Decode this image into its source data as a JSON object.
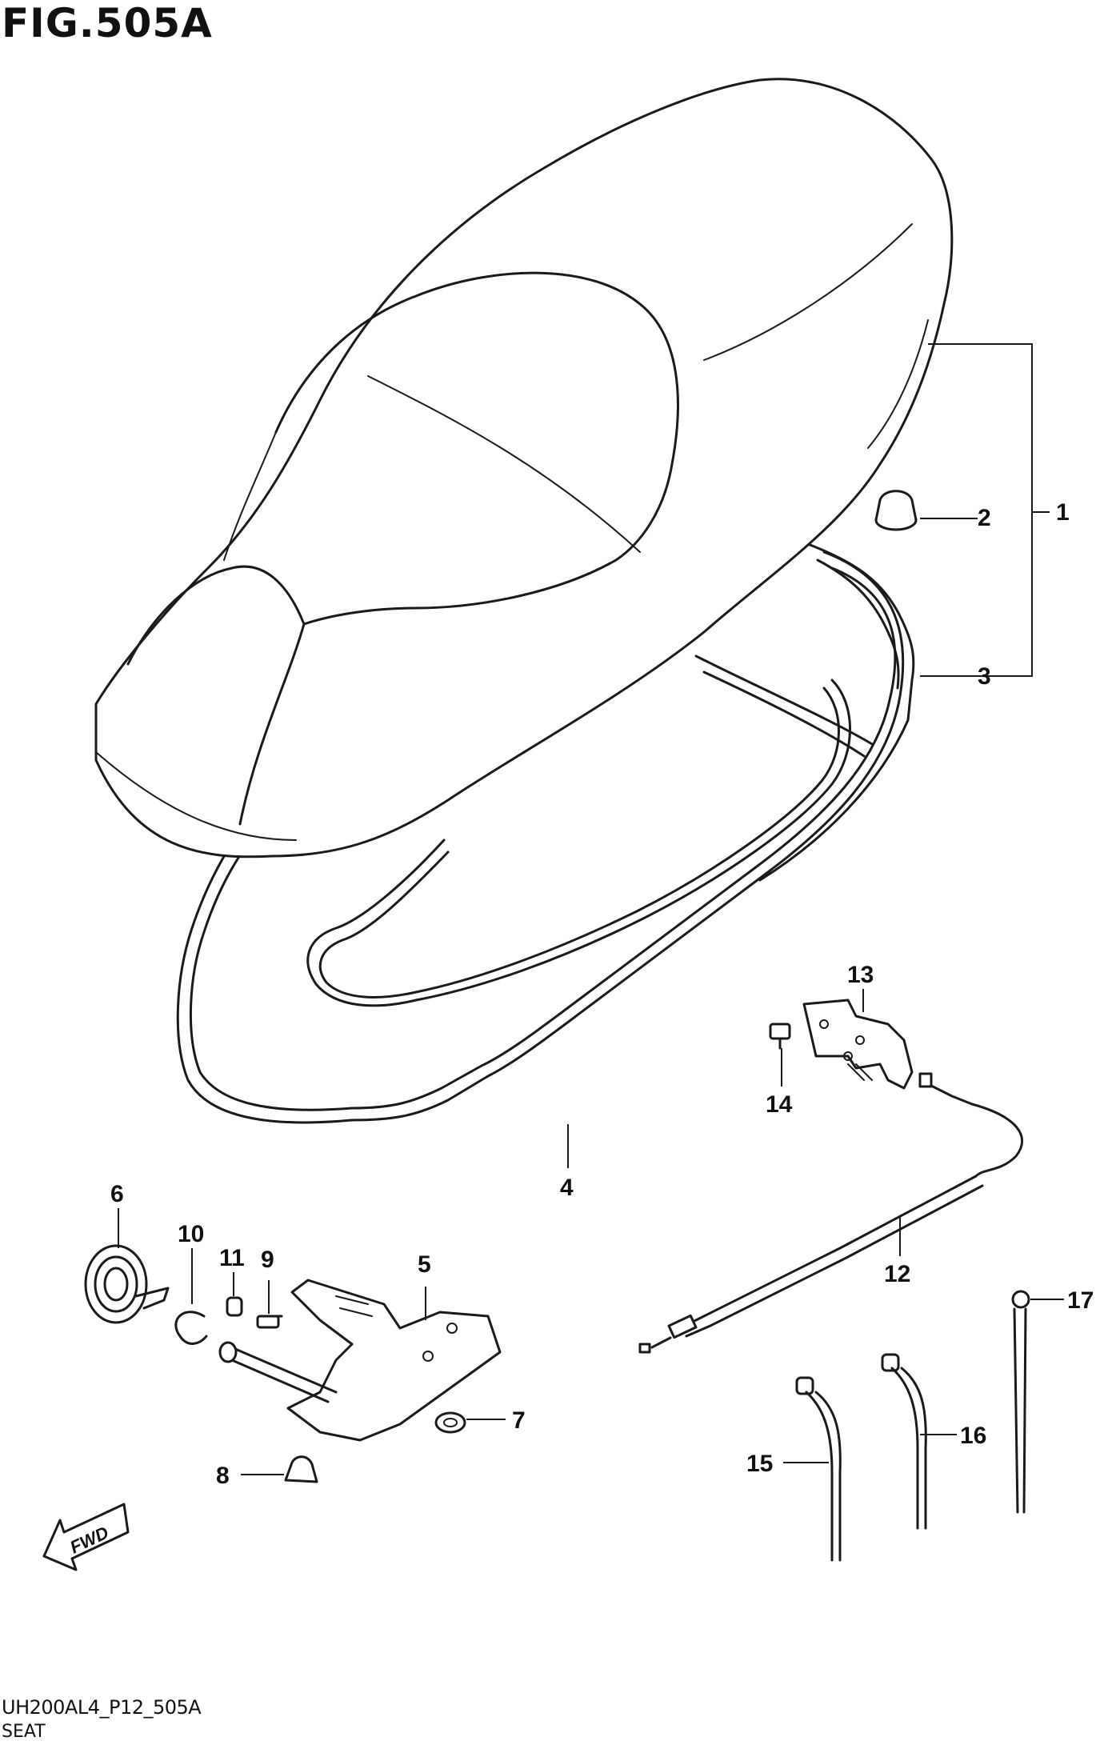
{
  "figure": {
    "title": "FIG.505A",
    "code": "UH200AL4_P12_505A",
    "name": "SEAT",
    "fwd_label": "FWD"
  },
  "callouts": [
    "1",
    "2",
    "3",
    "4",
    "5",
    "6",
    "7",
    "8",
    "9",
    "10",
    "11",
    "12",
    "13",
    "14",
    "15",
    "16",
    "17"
  ]
}
